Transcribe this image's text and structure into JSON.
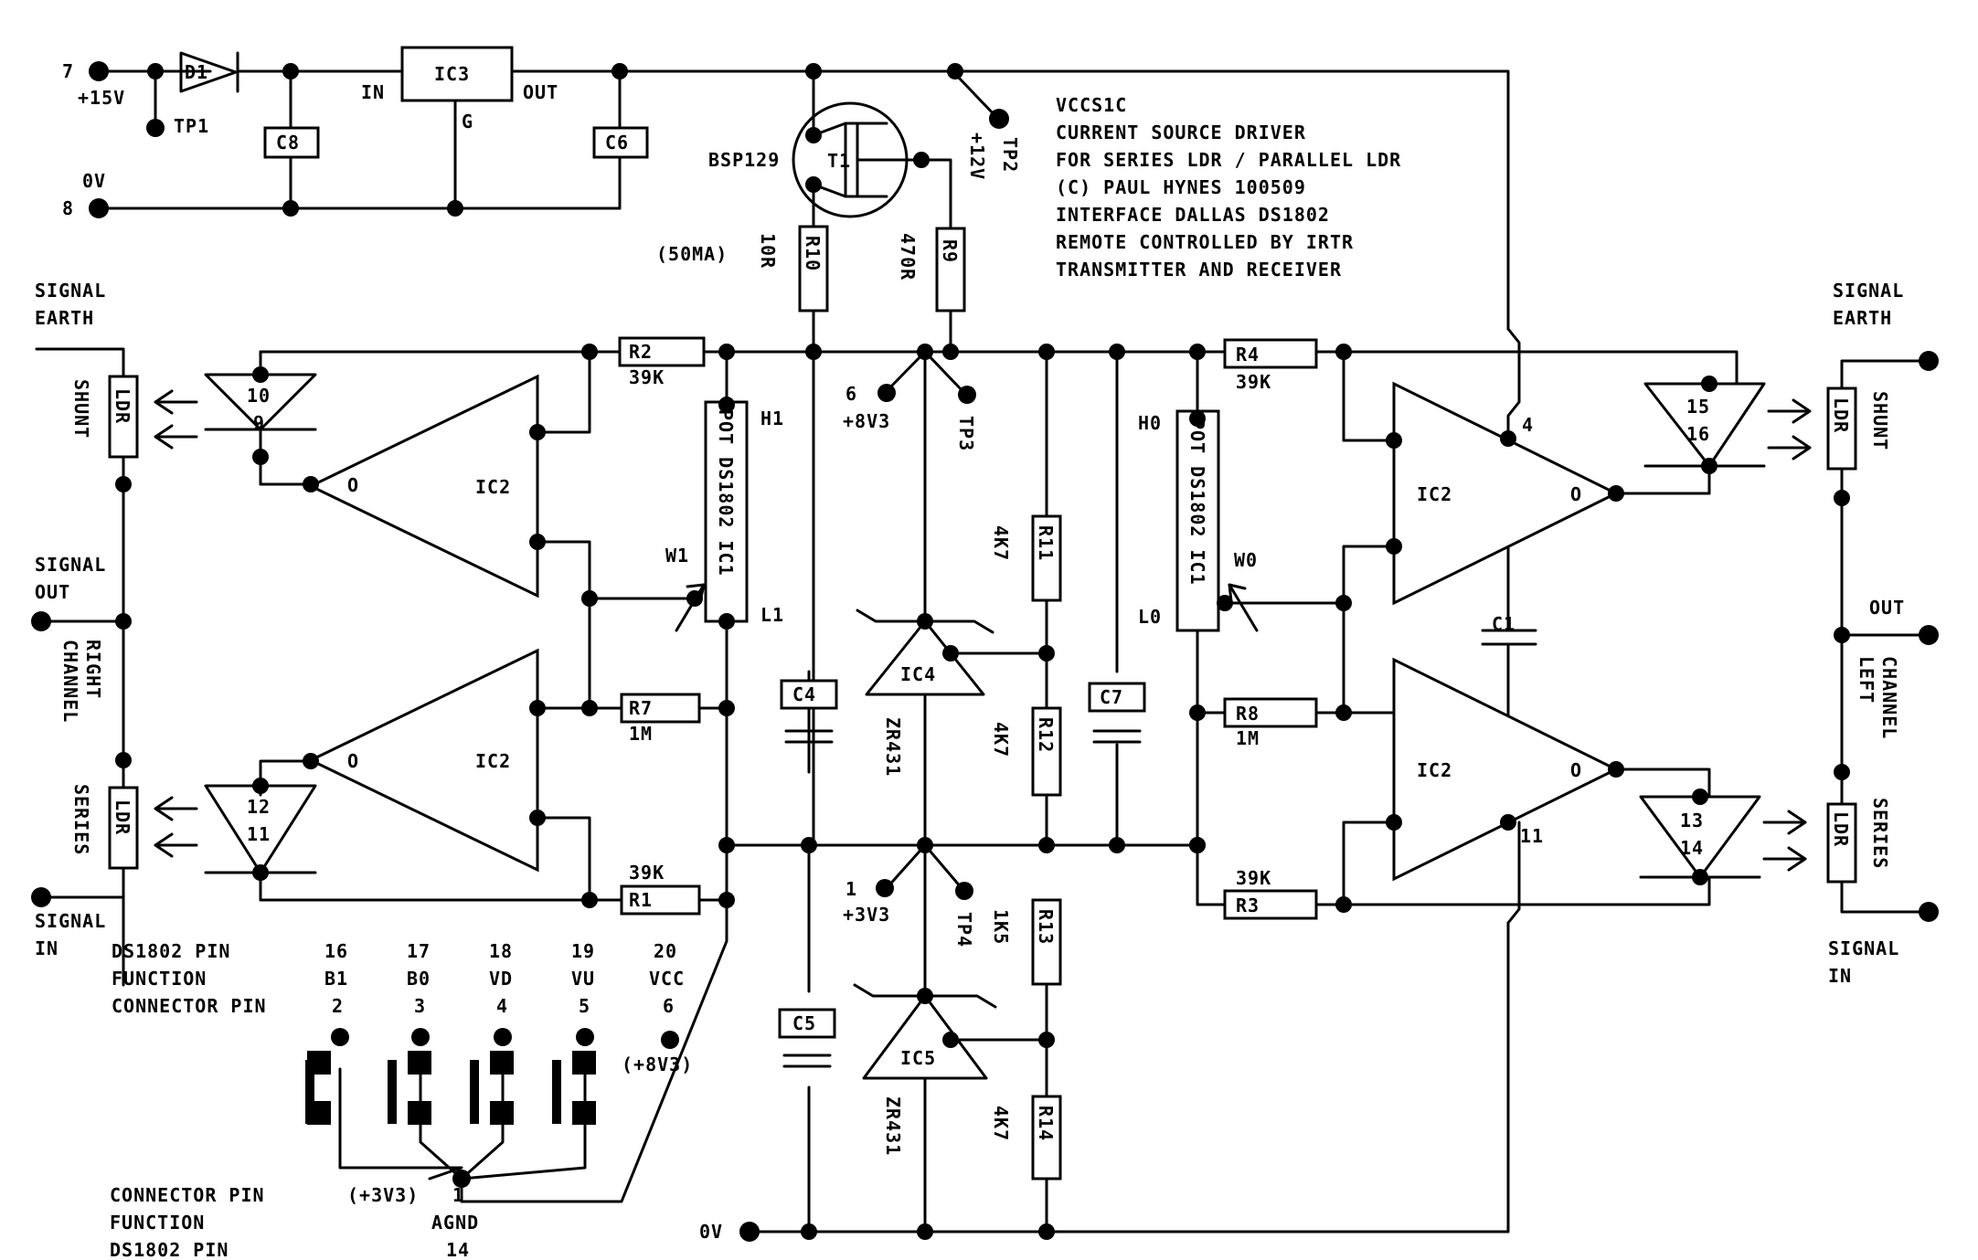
{
  "title_block": {
    "line1": "VCCS1C",
    "line2": "CURRENT SOURCE DRIVER",
    "line3": "FOR SERIES LDR / PARALLEL LDR",
    "line4": "(C) PAUL HYNES 100509",
    "line5": "INTERFACE DALLAS DS1802",
    "line6": "REMOTE CONTROLLED BY IRTR",
    "line7": "TRANSMITTER AND RECEIVER"
  },
  "power": {
    "pin7": "7",
    "plus15v": "+15V",
    "tp1": "TP1",
    "d1": "D1",
    "c8": "C8",
    "ic3": "IC3",
    "ic3_in": "IN",
    "ic3_out": "OUT",
    "ic3_g": "G",
    "c6": "C6",
    "zero_v": "0V",
    "pin8": "8",
    "tp2": "TP2",
    "plus12v": "+12V"
  },
  "source": {
    "bsp": "BSP129",
    "t1": "T1",
    "ma": "(50MA)",
    "r10": "R10",
    "r10_val": "10R",
    "r9": "R9",
    "r9_val": "470R"
  },
  "center": {
    "pin6": "6",
    "plus8v3": "+8V3",
    "tp3": "TP3",
    "r11": "R11",
    "r11_val": "4K7",
    "r12": "R12",
    "r12_val": "4K7",
    "ic4": "IC4",
    "zr_a": "ZR431",
    "c4": "C4",
    "c7": "C7",
    "pin1": "1",
    "plus3v3": "+3V3",
    "tp4": "TP4",
    "r13": "R13",
    "r13_val": "1K5",
    "ic5": "IC5",
    "zr_b": "ZR431",
    "c5": "C5",
    "r14": "R14",
    "r14_val": "4K7",
    "bottom_0v": "0V"
  },
  "left": {
    "signal_earth_1": "SIGNAL",
    "signal_earth_2": "EARTH",
    "shunt": "SHUNT",
    "ldr_top": "LDR",
    "signal_out_1": "SIGNAL",
    "signal_out_2": "OUT",
    "channel_1": "RIGHT",
    "channel_2": "CHANNEL",
    "series": "SERIES",
    "ldr_bottom": "LDR",
    "signal_in_1": "SIGNAL",
    "signal_in_2": "IN",
    "led10": "10",
    "led9": "9",
    "led12": "12",
    "led11": "11",
    "ic2_top": "IC2",
    "ic2_bottom": "IC2",
    "o_top": "O",
    "o_bottom": "O",
    "r2": "R2",
    "r2_val": "39K",
    "r7": "R7",
    "r7_val": "1M",
    "r1": "R1",
    "r1_val": "39K",
    "pot": "POT DS1802 IC1",
    "h": "H1",
    "w": "W1",
    "l": "L1"
  },
  "right": {
    "signal_earth_1": "SIGNAL",
    "signal_earth_2": "EARTH",
    "shunt": "SHUNT",
    "ldr_top": "LDR",
    "out": "OUT",
    "channel_1": "CHANNEL",
    "channel_2": "LEFT",
    "series": "SERIES",
    "ldr_bottom": "LDR",
    "signal_in_1": "SIGNAL",
    "signal_in_2": "IN",
    "led15": "15",
    "led16": "16",
    "led13": "13",
    "led14": "14",
    "ic2_top": "IC2",
    "ic2_bottom": "IC2",
    "o_top": "O",
    "o_bottom": "O",
    "pin4": "4",
    "pin11": "11",
    "c1": "C1",
    "r4": "R4",
    "r4_val": "39K",
    "r8": "R8",
    "r8_val": "1M",
    "r3": "R3",
    "r3_val": "39K",
    "pot": "POT DS1802 IC1",
    "h": "H0",
    "w": "W0",
    "l": "L0"
  },
  "pin_table": {
    "row1": "DS1802 PIN",
    "row2": "FUNCTION",
    "row3": "CONNECTOR PIN",
    "cols": [
      {
        "ds": "16",
        "fn": "B1",
        "cn": "2"
      },
      {
        "ds": "17",
        "fn": "B0",
        "cn": "3"
      },
      {
        "ds": "18",
        "fn": "VD",
        "cn": "4"
      },
      {
        "ds": "19",
        "fn": "VU",
        "cn": "5"
      },
      {
        "ds": "20",
        "fn": "VCC",
        "cn": "6"
      }
    ],
    "plus8v3": "(+8V3)",
    "b_row1": "CONNECTOR PIN",
    "b_row2": "FUNCTION",
    "b_row3": "DS1802 PIN",
    "b_plus3v3": "(+3V3)",
    "b_cn": "1",
    "b_fn": "AGND",
    "b_ds": "14"
  }
}
